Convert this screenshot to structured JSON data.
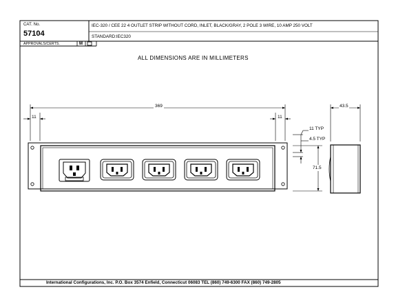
{
  "header": {
    "cat_label": "CAT. No.",
    "cat_number": "57104",
    "description": "IEC-320 / CEE 22  4 OUTLET STRIP WITHOUT CORD, INLET, BLACK/GRAY, 2 POLE 3 WIRE, 10 AMP 250 VOLT",
    "standard": "STANDARD:IEC320",
    "approvals_label": "APPROVALS/CERTS.",
    "approvals_mark": "M"
  },
  "drawing": {
    "title": "ALL DIMENSIONS ARE IN MILLIMETERS",
    "dimensions": {
      "overall_length": "369",
      "left_end": "11",
      "right_end": "11",
      "depth": "43.5",
      "slot_spacing": "11 TYP",
      "slot_width": "4.5 TYP",
      "height": "71.5"
    },
    "components": {
      "inlet": "inlet-icon",
      "outlets": [
        "outlet-icon",
        "outlet-icon",
        "outlet-icon",
        "outlet-icon"
      ]
    }
  },
  "footer": {
    "text": "International Configurations, Inc.  P.O. Box 3574  Enfield, Connecticut 06083 TEL (860) 749-6300  FAX (860) 749-2805"
  }
}
